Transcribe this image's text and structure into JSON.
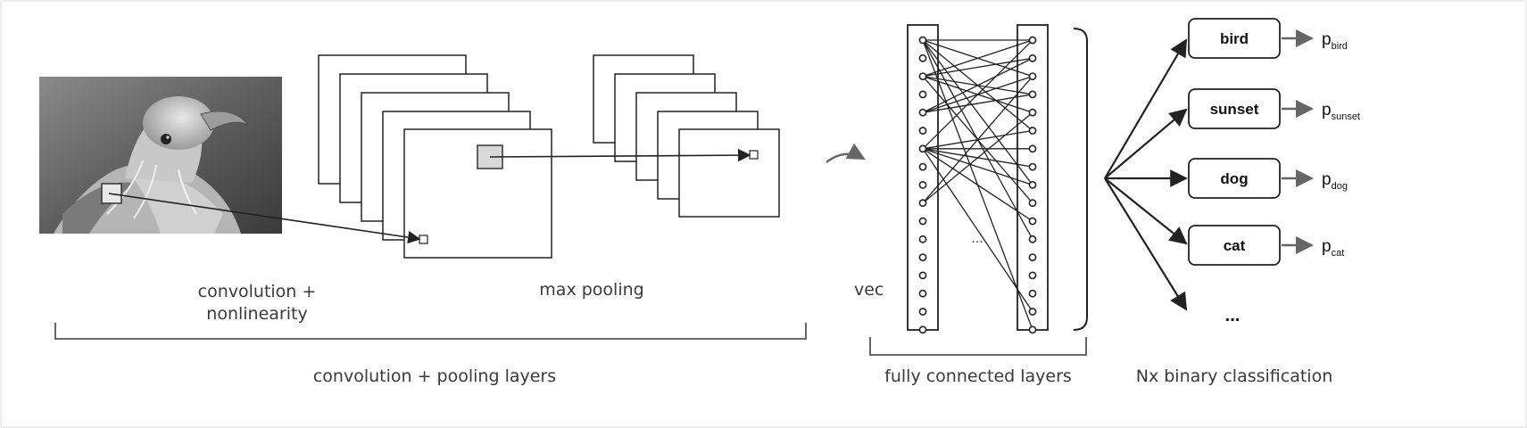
{
  "labels": {
    "conv_line1": "convolution +",
    "conv_line2": "nonlinearity",
    "max_pooling": "max pooling",
    "vec": "vec",
    "fc_ellipsis": "...",
    "conv_pool_layers": "convolution + pooling layers",
    "fully_connected_layers": "fully connected layers",
    "binary_classification": "Nx binary classification"
  },
  "classes": [
    {
      "label": "bird",
      "p_main": "p",
      "p_sub": "bird"
    },
    {
      "label": "sunset",
      "p_main": "p",
      "p_sub": "sunset"
    },
    {
      "label": "dog",
      "p_main": "p",
      "p_sub": "dog"
    },
    {
      "label": "cat",
      "p_main": "p",
      "p_sub": "cat"
    }
  ],
  "more_classes": "...",
  "colors": {
    "line": "#222222",
    "text": "#3a3a3a",
    "gray_arrow": "#666666",
    "patch_fill": "#d9d9d9"
  },
  "icons": {
    "input_image": "bird-photo-icon",
    "curved_arrow": "curved-arrow-icon"
  }
}
